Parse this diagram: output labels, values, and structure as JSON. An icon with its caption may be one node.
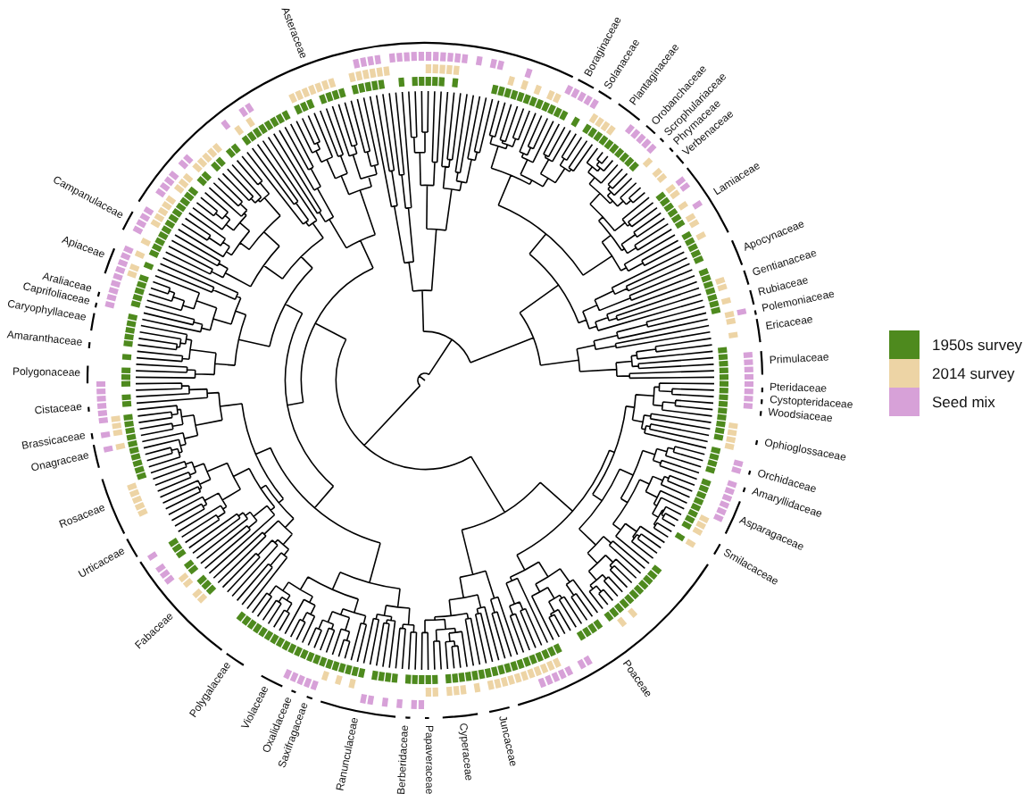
{
  "diagram": {
    "labels": [
      "Asteraceae",
      "Boraginaceae",
      "Solanaceae",
      "Plantaginaceae",
      "Orobanchaceae",
      "Scrophulariaceae",
      "Phrymaceae",
      "Verbenaceae",
      "Lamiaceae",
      "Apocynaceae",
      "Gentianaceae",
      "Rubiaceae",
      "Polemoniaceae",
      "Ericaceae",
      "Primulaceae",
      "Pteridaceae",
      "Cystopteridaceae",
      "Woodsiaceae",
      "Ophioglossaceae",
      "Orchidaceae",
      "Amaryllidaceae",
      "Asparagaceae",
      "Smilacaceae",
      "Poaceae",
      "Juncaceae",
      "Cyperaceae",
      "Papaveraceae",
      "Berberidaceae",
      "Ranunculaceae",
      "Saxifragaceae",
      "Oxalidaceae",
      "Violaceae",
      "Polygalaceae",
      "Fabaceae",
      "Urticaceae",
      "Rosaceae",
      "Onagraceae",
      "Brassicaceae",
      "Cistaceae",
      "Polygonaceae",
      "Amaranthaceae",
      "Caryophyllaceae",
      "Caprifoliaceae",
      "Araliaceae",
      "Apiaceae",
      "Campanulaceae"
    ],
    "legend": [
      {
        "text": "1950s survey",
        "color": "#4e8a1e"
      },
      {
        "text": "2014 survey",
        "color": "#edd4a5"
      },
      {
        "text": "Seed mix",
        "color": "#d7a1d8"
      }
    ]
  }
}
